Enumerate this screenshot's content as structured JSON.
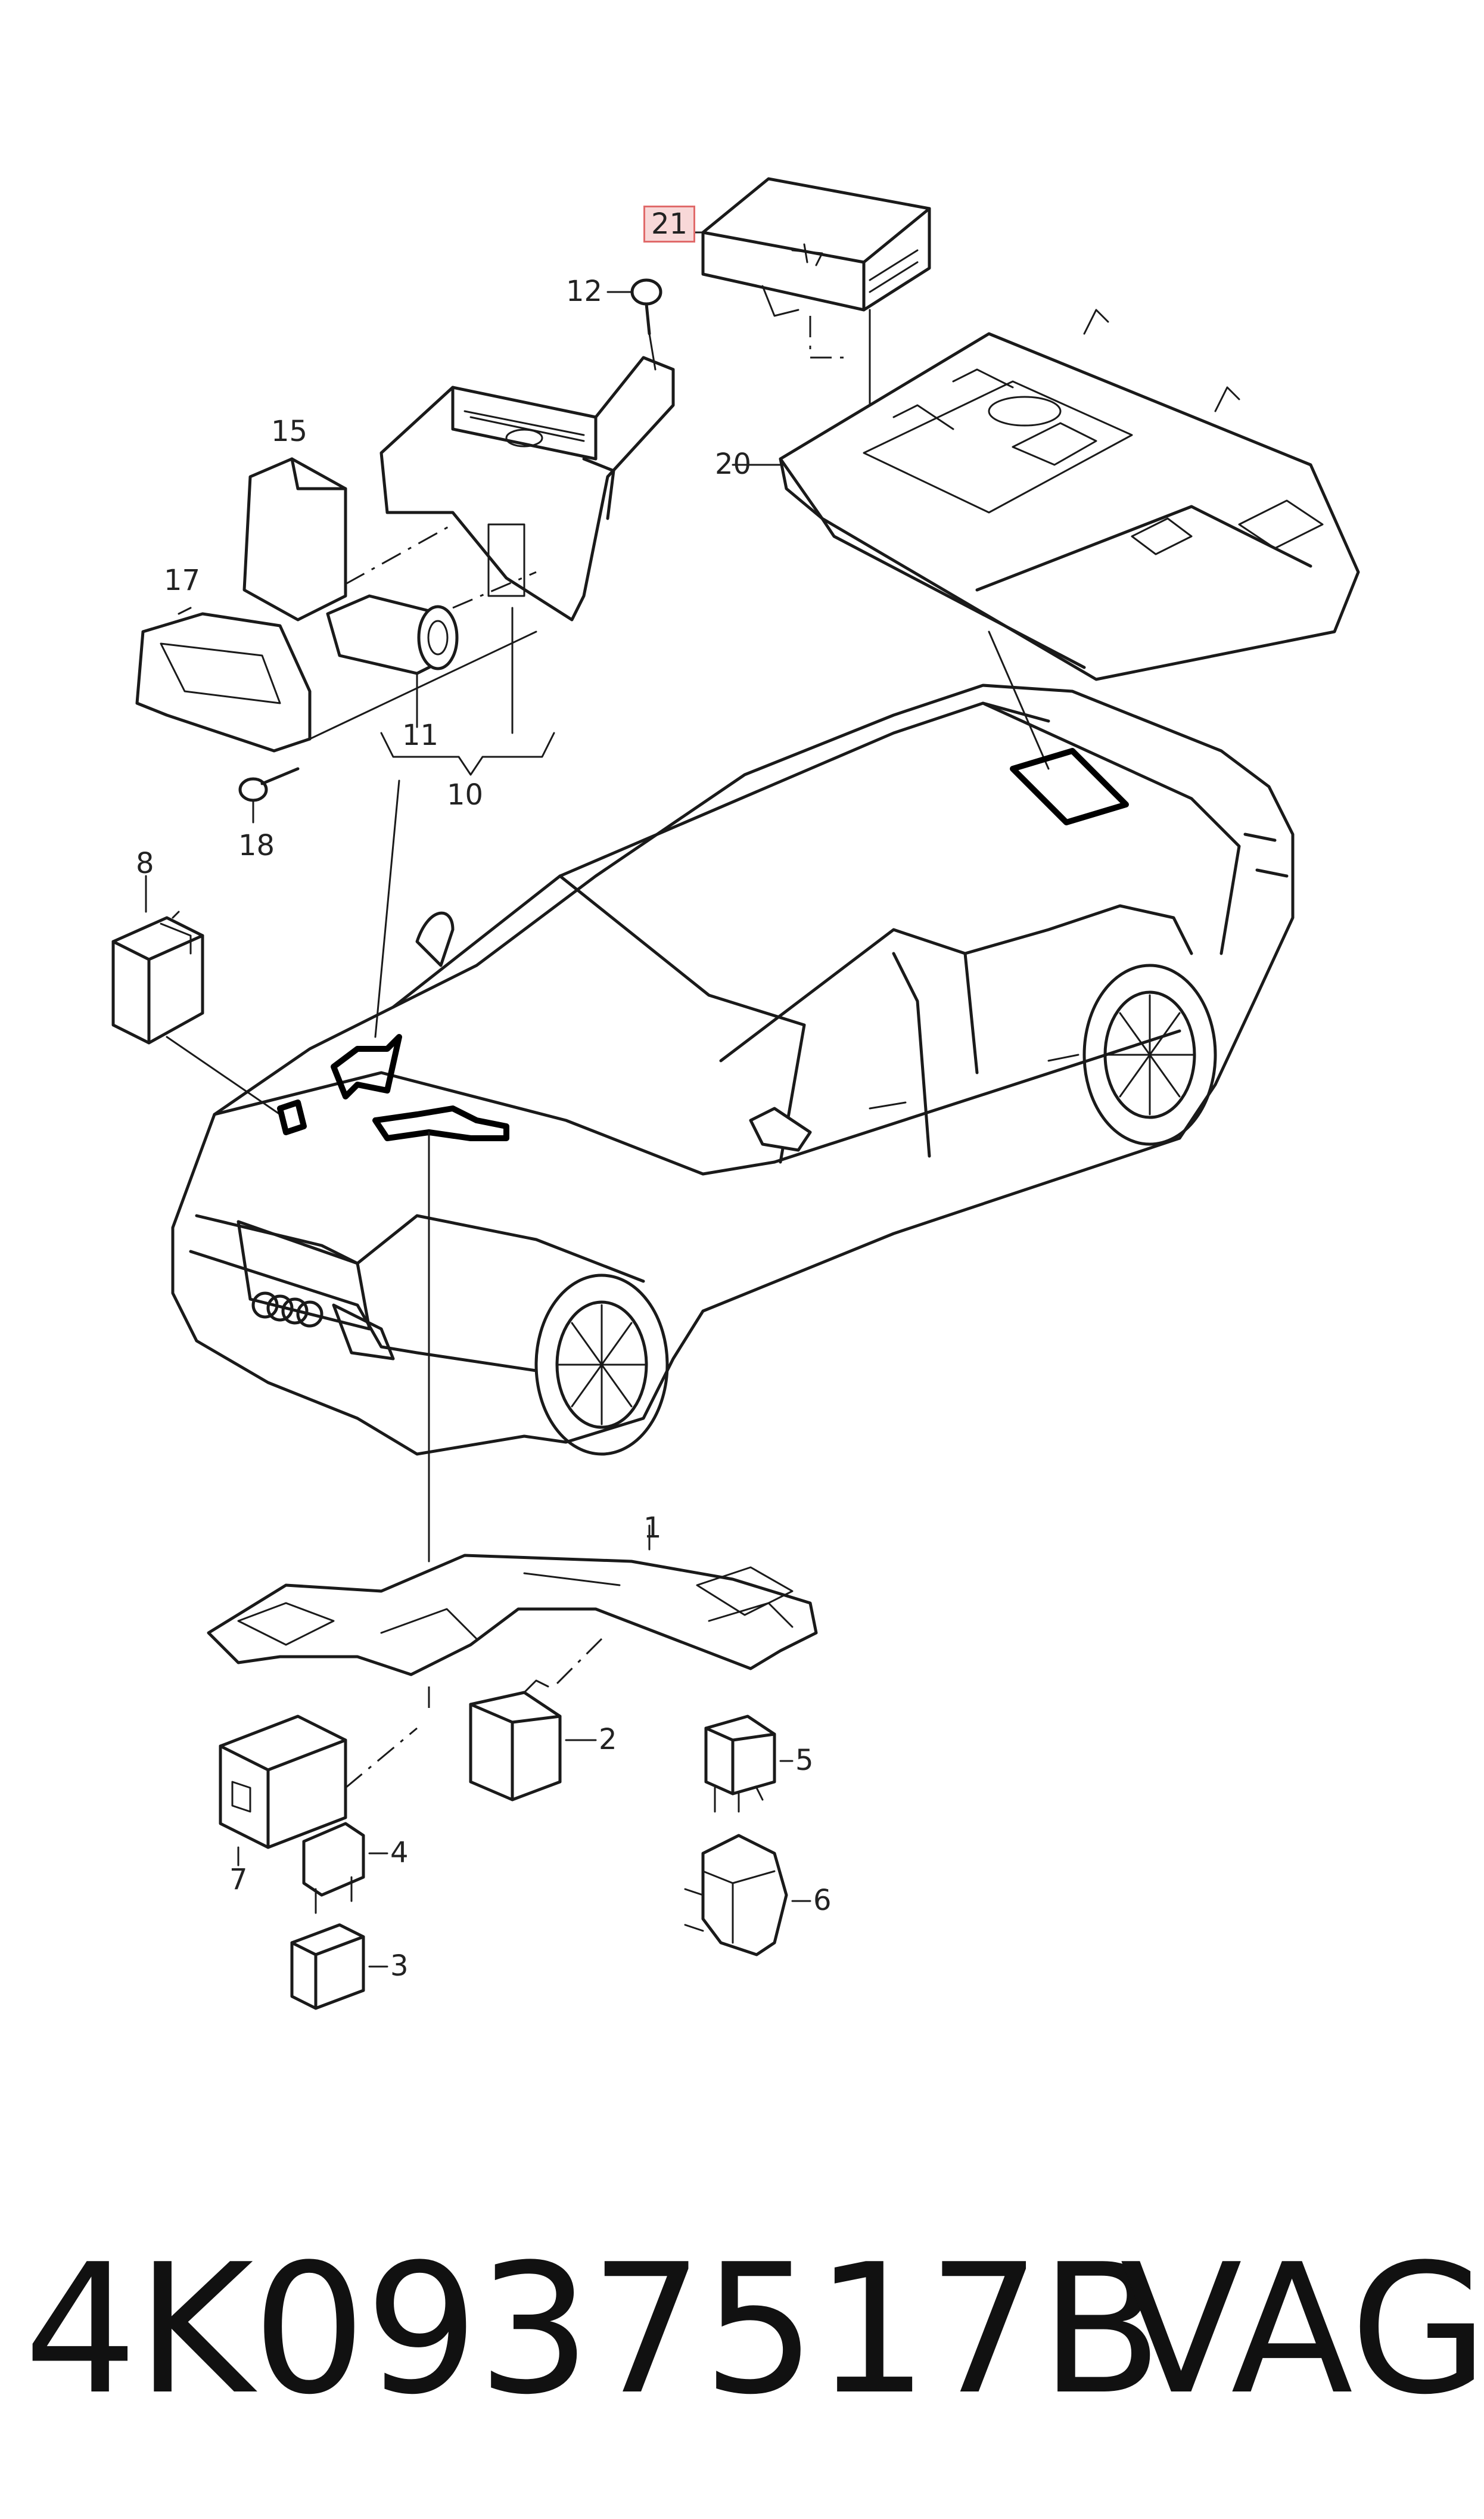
{
  "callouts": {
    "p1": "1",
    "p2": "2",
    "p3": "3",
    "p4": "4",
    "p5": "5",
    "p6": "6",
    "p7": "7",
    "p8": "8",
    "p10": "10",
    "p11": "11",
    "p12": "12",
    "p15": "15",
    "p17": "17",
    "p18": "18",
    "p20": "20",
    "p21": "21"
  },
  "highlighted_callout": "21",
  "highlight_color": "#e06a6a",
  "part_number": "4K0937517B",
  "brand": "VAG"
}
